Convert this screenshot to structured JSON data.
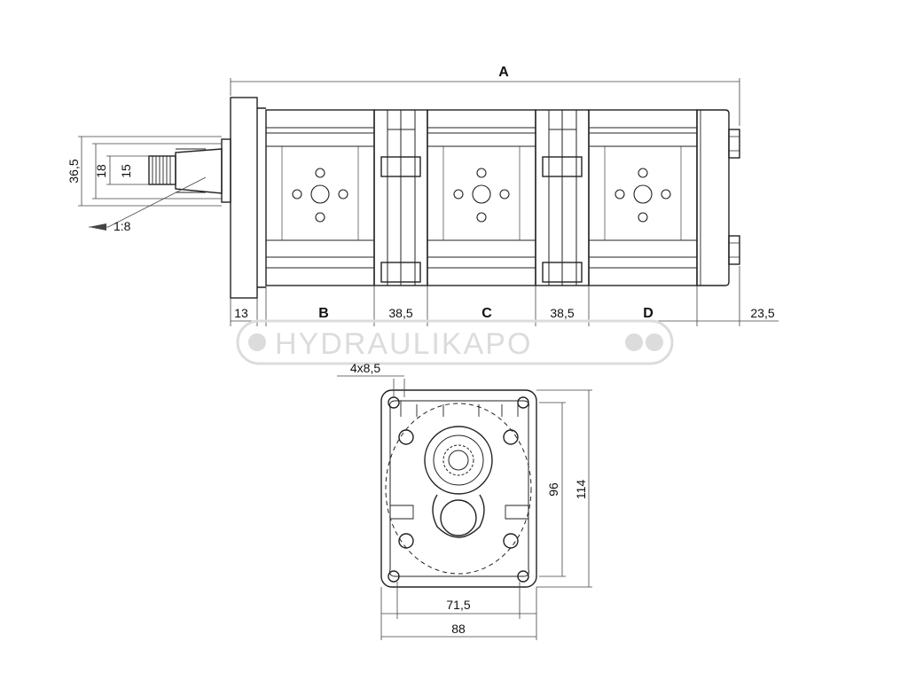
{
  "dimensions": {
    "overall_length": "A",
    "flange_thickness": "13",
    "section_1": "B",
    "spacer_1": "38,5",
    "section_2": "C",
    "spacer_2": "38,5",
    "section_3": "D",
    "rear_cap": "23,5",
    "shaft_height": "36,5",
    "shaft_diameter": "18",
    "thread_diameter": "15",
    "taper_ratio": "1:8",
    "bolt_holes": "4x8,5",
    "bolt_spacing_vertical": "96",
    "flange_height": "114",
    "bolt_spacing_horizontal": "71,5",
    "flange_width": "88"
  },
  "watermark": {
    "text": "HYDRAULIKAPO"
  },
  "colors": {
    "line": "#222222",
    "watermark": "#dcdcdc"
  }
}
